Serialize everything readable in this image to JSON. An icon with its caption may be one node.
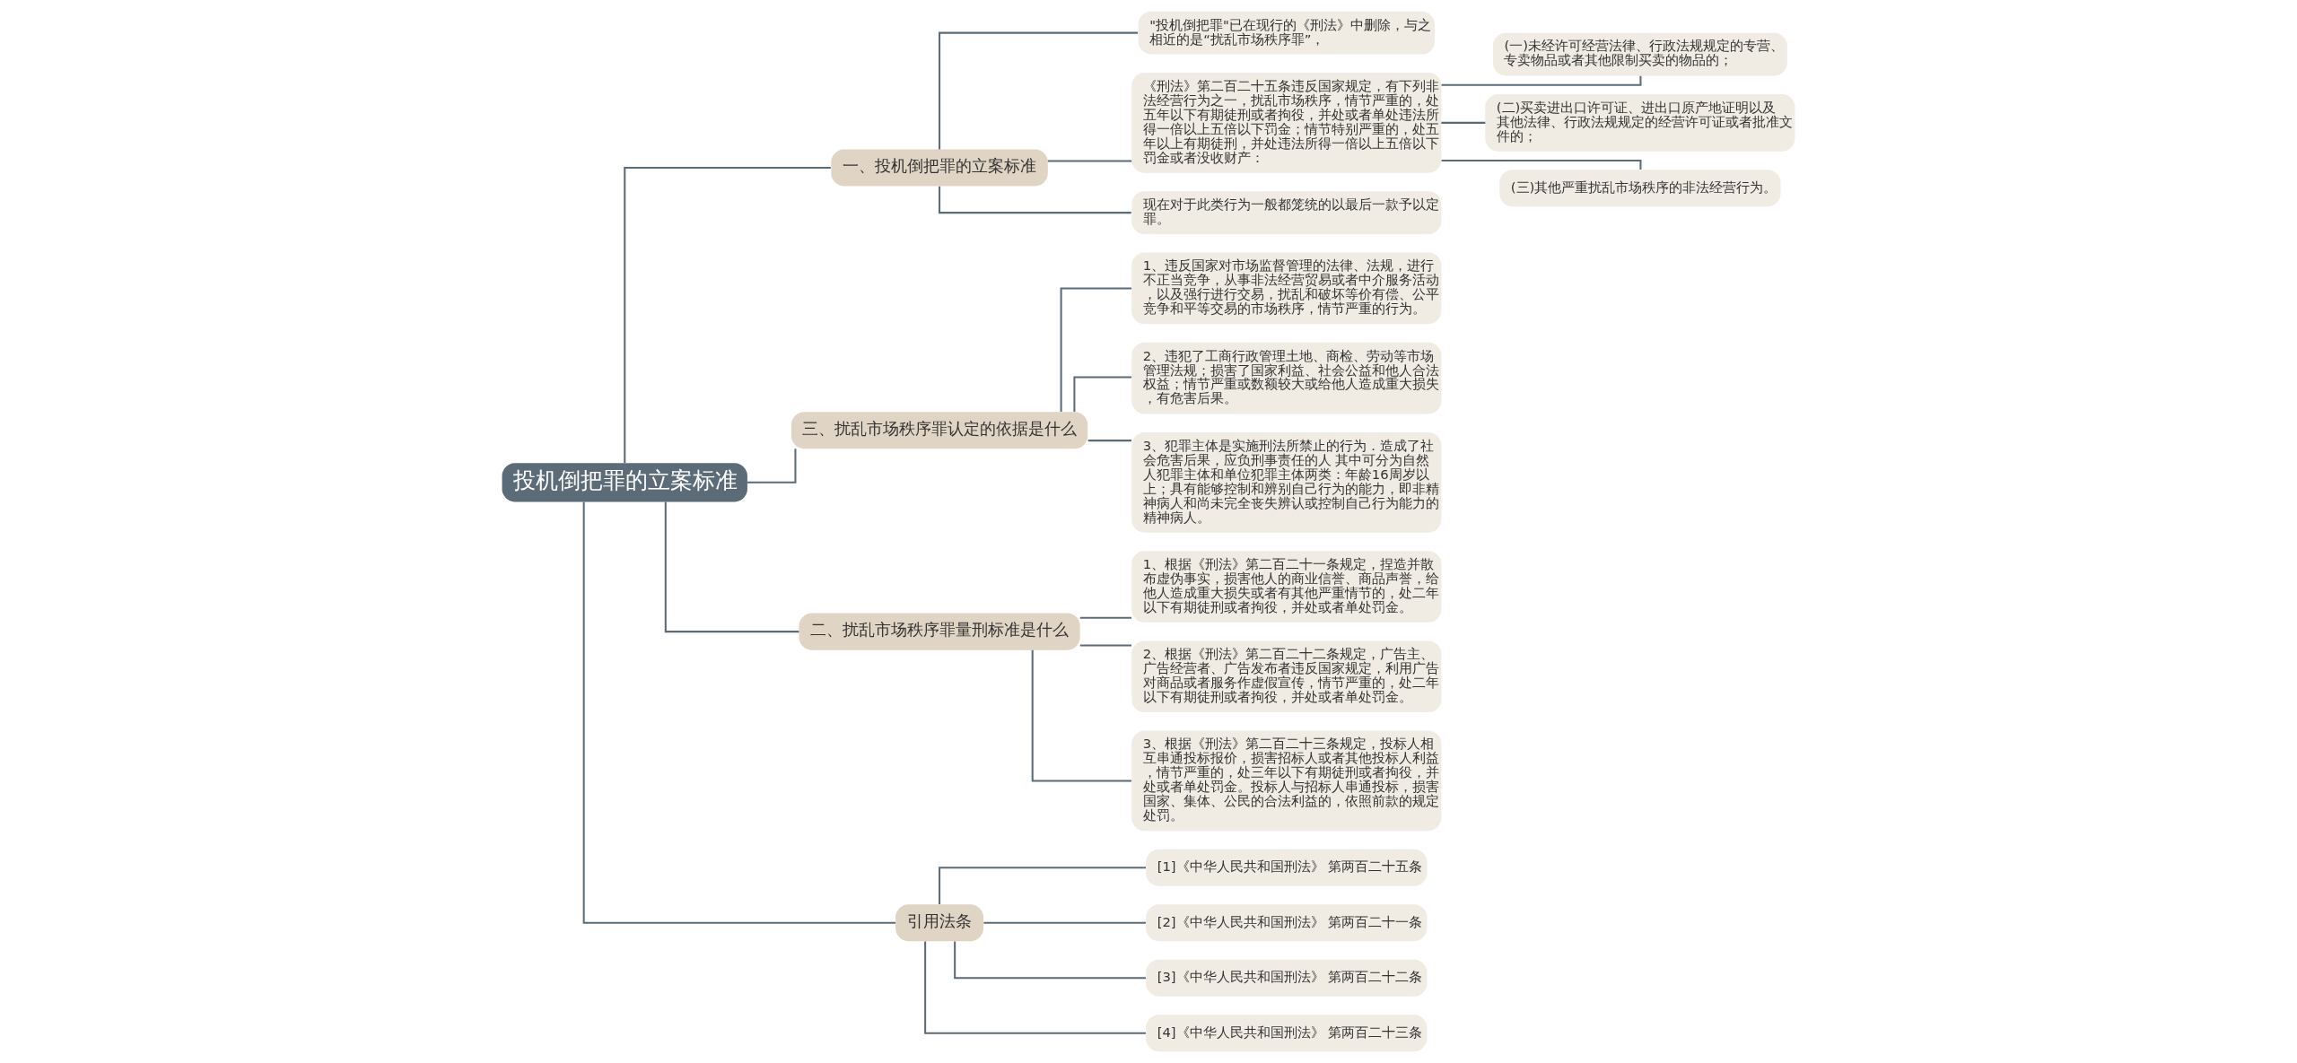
{
  "diagram": {
    "nodes": [
      {
        "text": [
          "投机倒把罪的立案标准"
        ]
      },
      {
        "text": [
          "一、投机倒把罪的立案标准"
        ]
      },
      {
        "text": [
          "\"投机倒把罪\"已在现行的《刑法》中删除，与之相近的是“扰乱市场秩序罪”，"
        ]
      },
      {
        "text": [
          "《刑法》第二百二十五条违反国家规定，有下列非法经营行为之一，扰乱市场秩序，情节严重的，处五年以下有期徒刑或者拘役，并处或者单处违法所得一倍以上五倍以下罚金；情节特别严重的，处五年以上有期徒刑，并处违法所得一倍以上五倍以下罚金或者没收财产："
        ]
      },
      {
        "text": [
          "(一)未经许可经营法律、行政法规规定的专营、专卖物品或者其他限制买卖的物品的；"
        ]
      },
      {
        "text": [
          "(二)买卖进出口许可证、进出口原产地证明以及其他法律、行政法规规定的经营许可证或者批准文件的；"
        ]
      },
      {
        "text": [
          "(三)其他严重扰乱市场秩序的非法经营行为。"
        ]
      },
      {
        "text": [
          "现在对于此类行为一般都笼统的以最后一款予以定罪。"
        ]
      },
      {
        "text": [
          "三、扰乱市场秩序罪认定的依据是什么"
        ]
      },
      {
        "text": [
          "1、违反国家对市场监督管理的法律、法规，进行不正当竞争，从事非法经营贸易或者中介服务活动，以及强行进行交易，扰乱和破坏等价有偿、公平竞争和平等交易的市场秩序，情节严重的行为。"
        ]
      },
      {
        "text": [
          "2、违犯了工商行政管理土地、商检、劳动等市场管理法规；损害了国家利益、社会公益和他人合法权益；情节严重或数额较大或给他人造成重大损失，有危害后果。"
        ]
      },
      {
        "text": [
          "3、犯罪主体是实施刑法所禁止的行为．造成了社会危害后果，应负刑事责任的人 其中可分为自然人犯罪主体和单位犯罪主体两类：年龄16周岁以上；具有能够控制和辨别自己行为的能力，即非精神病人和尚未完全丧失辨认或控制自己行为能力的精神病人。"
        ]
      },
      {
        "text": [
          "二、扰乱市场秩序罪量刑标准是什么"
        ]
      },
      {
        "text": [
          "1、根据《刑法》第二百二十一条规定，捏造并散布虚伪事实，损害他人的商业信誉、商品声誉，给他人造成重大损失或者有其他严重情节的，处二年以下有期徒刑或者拘役，并处或者单处罚金。"
        ]
      },
      {
        "text": [
          "2、根据《刑法》第二百二十二条规定，广告主、广告经营者、广告发布者违反国家规定，利用广告对商品或者服务作虚假宣传，情节严重的，处二年以下有期徒刑或者拘役，并处或者单处罚金。"
        ]
      },
      {
        "text": [
          "3、根据《刑法》第二百二十三条规定，投标人相互串通投标报价，损害招标人或者其他投标人利益，情节严重的，处三年以下有期徒刑或者拘役，并处或者单处罚金。投标人与招标人串通投标，损害国家、集体、公民的合法利益的，依照前款的规定处罚。"
        ]
      },
      {
        "text": [
          "引用法条"
        ]
      },
      {
        "text": [
          "[1]《中华人民共和国刑法》 第两百二十五条"
        ]
      },
      {
        "text": [
          "[2]《中华人民共和国刑法》 第两百二十一条"
        ]
      },
      {
        "text": [
          "[3]《中华人民共和国刑法》 第两百二十二条"
        ]
      },
      {
        "text": [
          "[4]《中华人民共和国刑法》 第两百二十三条"
        ]
      }
    ],
    "edges": [
      {
        "from": 0,
        "to": 1,
        "arrow": "none"
      },
      {
        "from": 1,
        "to": 2,
        "arrow": "none"
      },
      {
        "from": 1,
        "to": 3,
        "arrow": "none"
      },
      {
        "from": 3,
        "to": 4,
        "arrow": "none"
      },
      {
        "from": 3,
        "to": 5,
        "arrow": "none"
      },
      {
        "from": 3,
        "to": 6,
        "arrow": "none"
      },
      {
        "from": 1,
        "to": 7,
        "arrow": "none"
      },
      {
        "from": 0,
        "to": 8,
        "arrow": "none"
      },
      {
        "from": 8,
        "to": 9,
        "arrow": "none"
      },
      {
        "from": 8,
        "to": 10,
        "arrow": "none"
      },
      {
        "from": 8,
        "to": 11,
        "arrow": "none"
      },
      {
        "from": 0,
        "to": 12,
        "arrow": "none"
      },
      {
        "from": 12,
        "to": 13,
        "arrow": "none"
      },
      {
        "from": 12,
        "to": 14,
        "arrow": "none"
      },
      {
        "from": 12,
        "to": 15,
        "arrow": "none"
      },
      {
        "from": 0,
        "to": 16,
        "arrow": "none"
      },
      {
        "from": 16,
        "to": 17,
        "arrow": "none"
      },
      {
        "from": 16,
        "to": 18,
        "arrow": "none"
      },
      {
        "from": 16,
        "to": 19,
        "arrow": "none"
      },
      {
        "from": 16,
        "to": 20,
        "arrow": "none"
      }
    ]
  }
}
